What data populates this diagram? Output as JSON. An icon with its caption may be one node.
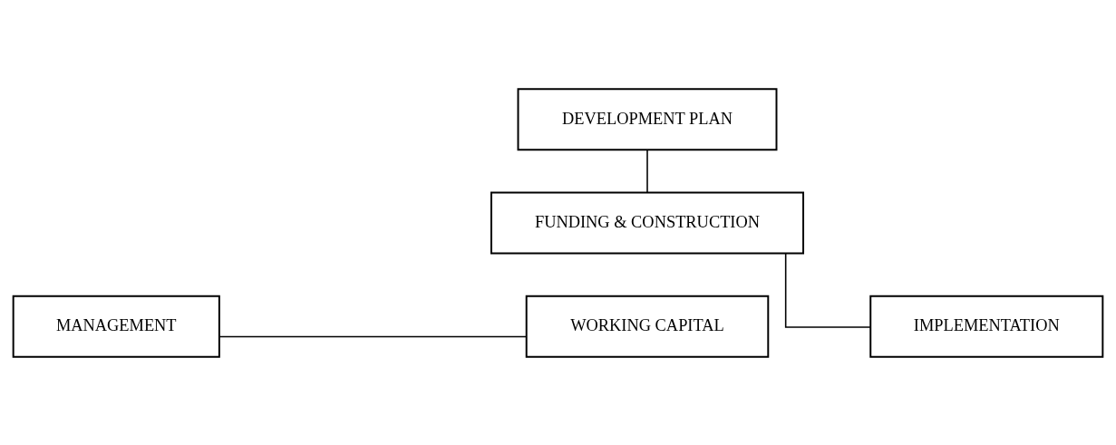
{
  "diagram": {
    "nodes": [
      {
        "text": [
          "DEVELOPMENT PLAN"
        ]
      },
      {
        "text": [
          "FUNDING & CONSTRUCTION"
        ]
      },
      {
        "text": [
          "MANAGEMENT"
        ]
      },
      {
        "text": [
          "WORKING CAPITAL"
        ]
      },
      {
        "text": [
          "IMPLEMENTATION"
        ]
      }
    ],
    "edges": [
      {
        "from": 0,
        "to": 1,
        "arrow": "none"
      },
      {
        "from": 1,
        "to": 4,
        "arrow": "none"
      },
      {
        "from": 2,
        "to": 3,
        "arrow": "none"
      }
    ]
  }
}
